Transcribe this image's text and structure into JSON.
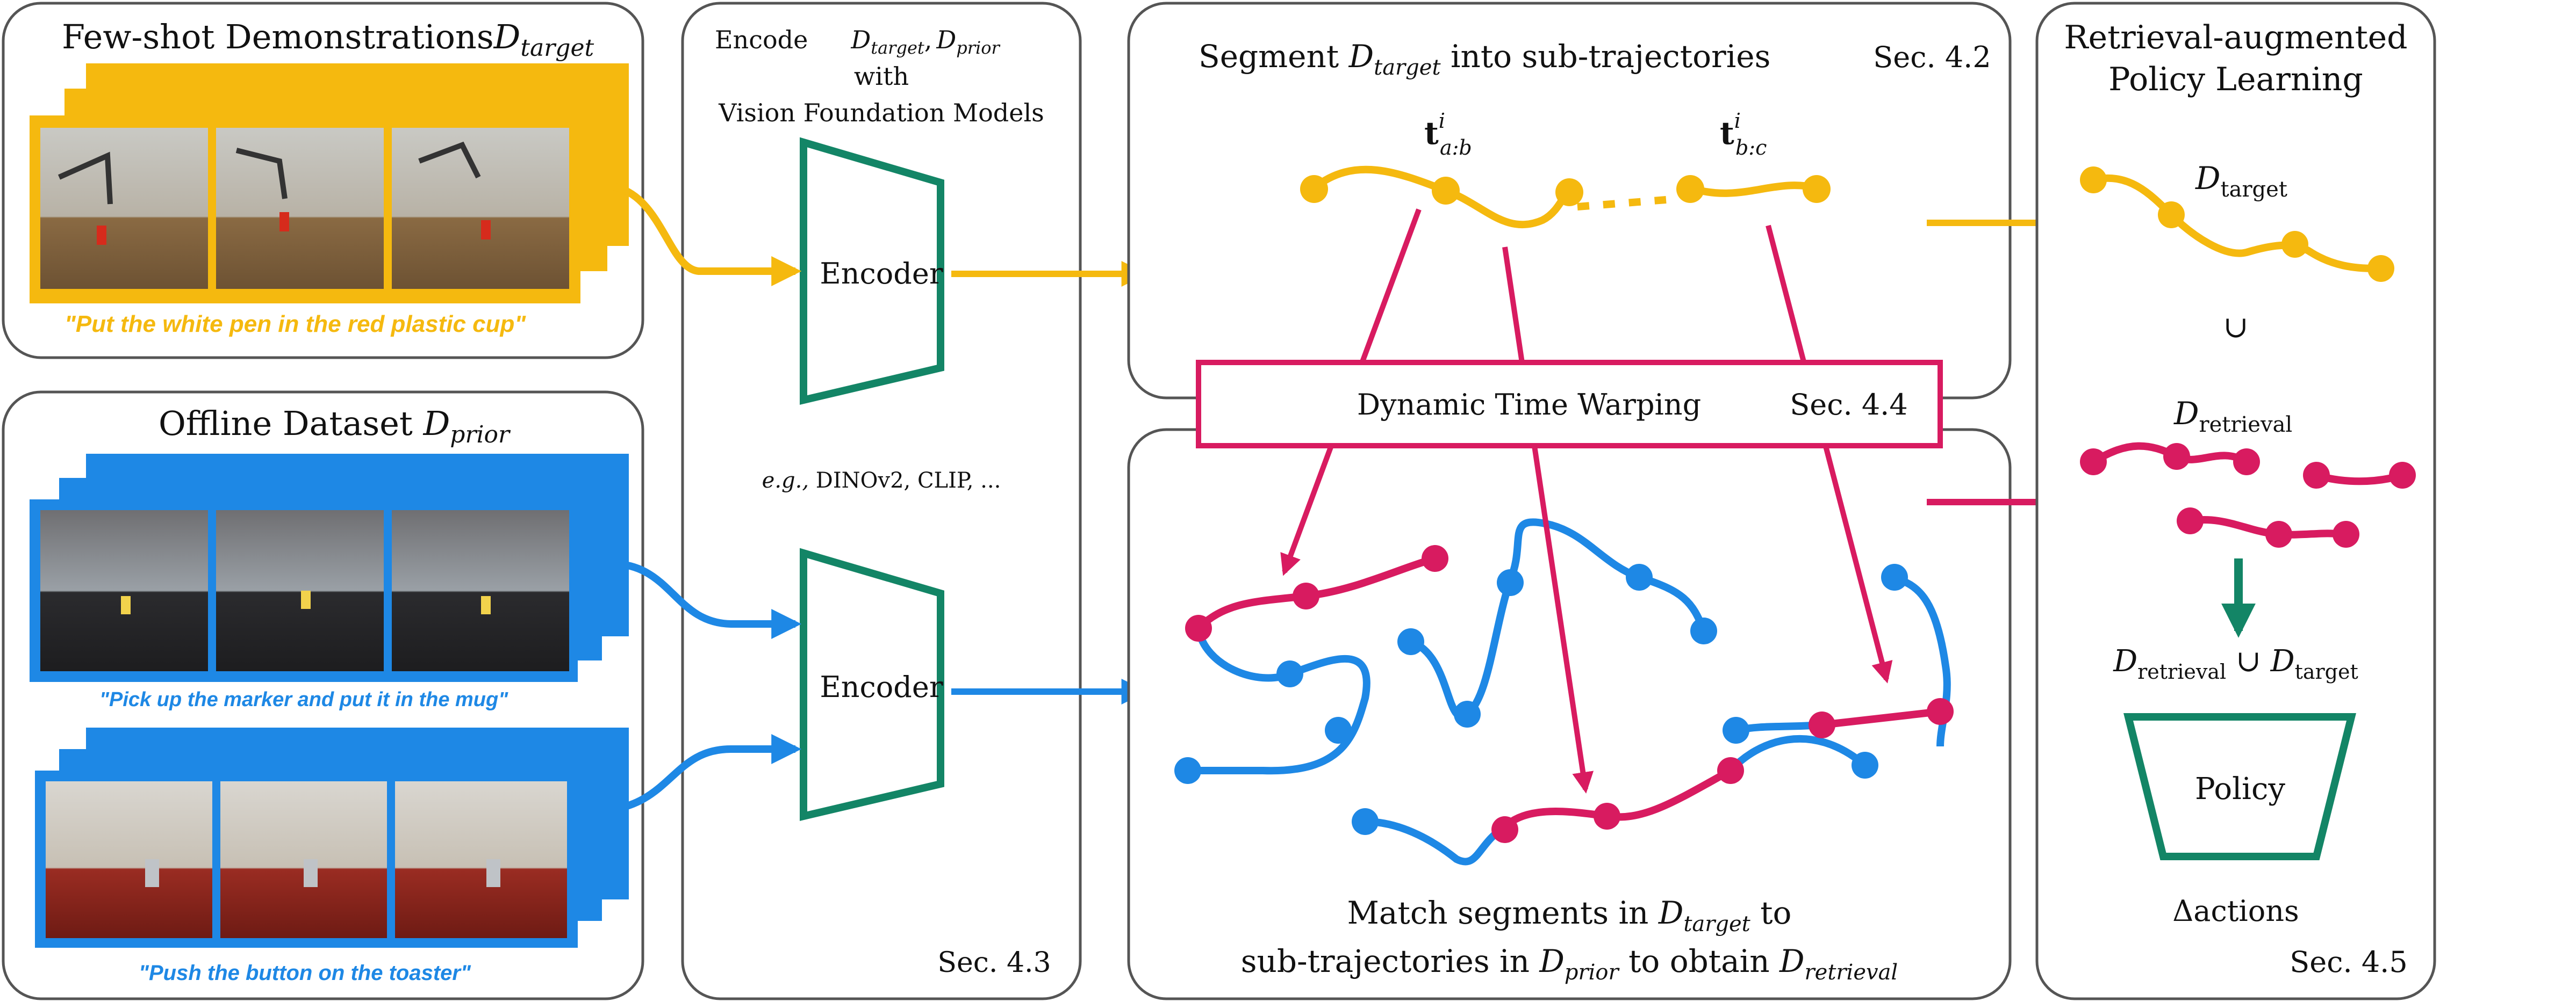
{
  "colors": {
    "target": "#f5b90f",
    "prior": "#1e88e5",
    "retrieval": "#d81b60",
    "encoder": "#138566",
    "panel_stroke": "#555555",
    "frame_bg": "#a7a7a7"
  },
  "panels": {
    "few_shot": {
      "title": "Few-shot Demonstrations",
      "title_symbol": "D",
      "title_subscript": "target",
      "instruction": "\"Put the white pen in the red plastic cup\""
    },
    "offline": {
      "title": "Offline Dataset ",
      "title_symbol": "D",
      "title_subscript": "prior",
      "instruction_1": "\"Pick up the marker and put it in the mug\"",
      "instruction_2": "\"Push the button on the toaster\""
    },
    "encode": {
      "line1_prefix": "Encode",
      "sym": "D",
      "sub_target": "target",
      "sub_prior": "prior",
      "comma": ",",
      "line2": "with",
      "line3": "Vision Foundation Models",
      "encoder_label": "Encoder",
      "examples_eg": "e.g.,",
      "examples_rest": " DINOv2, CLIP, ...",
      "section": "Sec. 4.3"
    },
    "segment": {
      "title_prefix": "Segment ",
      "sym": "D",
      "sub": "target",
      "title_suffix": " into sub-trajectories",
      "section": "Sec. 4.2",
      "t1_base": "t",
      "t1_sup": "i",
      "t1_sub": "a:b",
      "t2_base": "t",
      "t2_sup": "i",
      "t2_sub": "b:c"
    },
    "dtw": {
      "label": "Dynamic Time Warping",
      "section": "Sec. 4.4"
    },
    "match": {
      "line1_prefix": "Match segments in ",
      "line1_sym": "D",
      "line1_sub": "target",
      "line1_suffix": " to",
      "line2_prefix": "sub-trajectories in ",
      "line2_sym": "D",
      "line2_sub": "prior",
      "line2_mid": " to obtain ",
      "line2_sym2": "D",
      "line2_sub2": "retrieval"
    },
    "policy": {
      "title_1": "Retrieval-augmented",
      "title_2": "Policy Learning",
      "d_target_sym": "D",
      "d_target_sub": "target",
      "union": "∪",
      "d_retrieval_sym": "D",
      "d_retrieval_sub": "retrieval",
      "combined_sym1": "D",
      "combined_sub1": "retrieval",
      "combined_union": " ∪ ",
      "combined_sym2": "D",
      "combined_sub2": "target",
      "policy_label": "Policy",
      "actions": "Δactions",
      "section": "Sec. 4.5"
    }
  }
}
